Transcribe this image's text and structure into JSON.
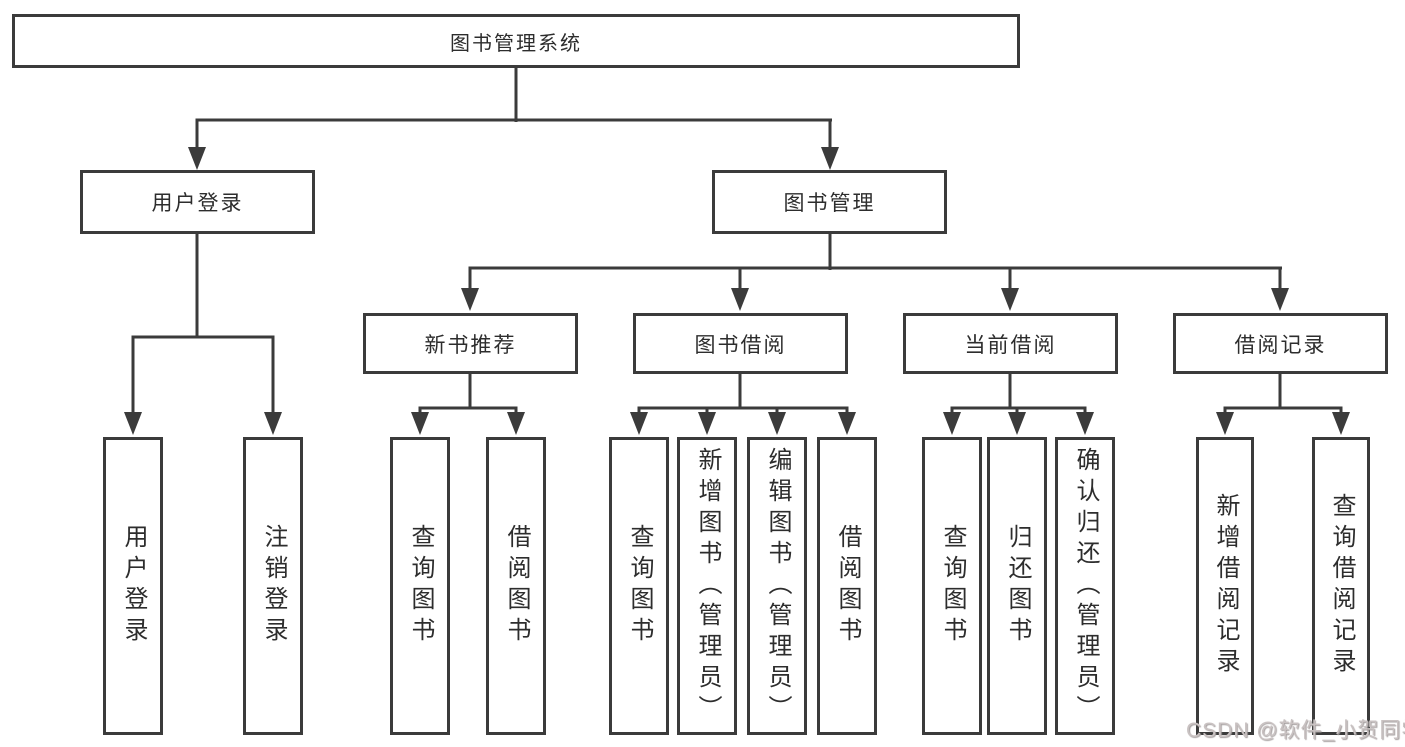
{
  "tree": {
    "root": "图书管理系统",
    "children": [
      {
        "label": "用户登录",
        "children": [
          "用户登录",
          "注销登录"
        ]
      },
      {
        "label": "图书管理",
        "children": [
          {
            "label": "新书推荐",
            "children": [
              "查询图书",
              "借阅图书"
            ]
          },
          {
            "label": "图书借阅",
            "children": [
              "查询图书",
              "新增图书（管理员）",
              "编辑图书（管理员）",
              "借阅图书"
            ]
          },
          {
            "label": "当前借阅",
            "children": [
              "查询图书",
              "归还图书",
              "确认归还（管理员）"
            ]
          },
          {
            "label": "借阅记录",
            "children": [
              "新增借阅记录",
              "查询借阅记录"
            ]
          }
        ]
      }
    ]
  },
  "watermark": "CSDN @软件_小贺同学",
  "colors": {
    "line": "#3b3b3b",
    "border": "#3b3b3b",
    "text": "#2d2d2d",
    "watermark": "#c9c2c2"
  }
}
